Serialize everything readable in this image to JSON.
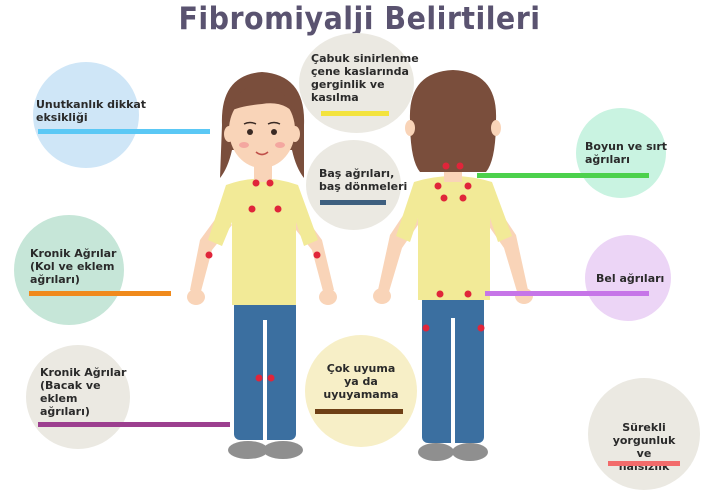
{
  "title": "Fibromiyalji Belirtileri",
  "symptoms": {
    "memory": {
      "label": "Unutkanlık dikkat\neksikliği",
      "bubble_color": "#cfe6f7",
      "bar_color": "#5bc8f5"
    },
    "irritability": {
      "label": "Çabuk sinirlenme\nçene kaslarında\ngerginlik ve\nkasılma",
      "bubble_color": "#ebe9e2",
      "bar_color": "#f3e33d"
    },
    "neck_back": {
      "label": "Boyun ve sırt\nağrıları",
      "bubble_color": "#c9f3e1",
      "bar_color": "#4cd14c"
    },
    "headache": {
      "label": "Baş ağrıları,\nbaş dönmeleri",
      "bubble_color": "#ebe9e2",
      "bar_color": "#3e5f7f"
    },
    "chronic_arm": {
      "label": "Kronik Ağrılar\n(Kol ve eklem\nağrıları)",
      "bubble_color": "#c6e6d8",
      "bar_color": "#f08a1c"
    },
    "lower_back": {
      "label": "Bel ağrıları",
      "bubble_color": "#ecd5f6",
      "bar_color": "#c675e8"
    },
    "chronic_leg": {
      "label": "Kronik Ağrılar\n(Bacak ve\neklem\nağrıları)",
      "bubble_color": "#ebe9e2",
      "bar_color": "#9c3f8f"
    },
    "sleep": {
      "label": "Çok uyuma\nya da\nuyuyamama",
      "bubble_color": "#f7efc7",
      "bar_color": "#6e3f15"
    },
    "fatigue": {
      "label": "Sürekli yorgunluk\nve\nhalsizlik",
      "bubble_color": "#ebe9e2",
      "bar_color": "#f26b6b"
    }
  },
  "figure_colors": {
    "hair": "#7a4e3c",
    "skin": "#f9d4b8",
    "shirt": "#f2ea97",
    "pants": "#3b6fa0",
    "shoes": "#8f8f8f",
    "point": "#e0253a"
  }
}
